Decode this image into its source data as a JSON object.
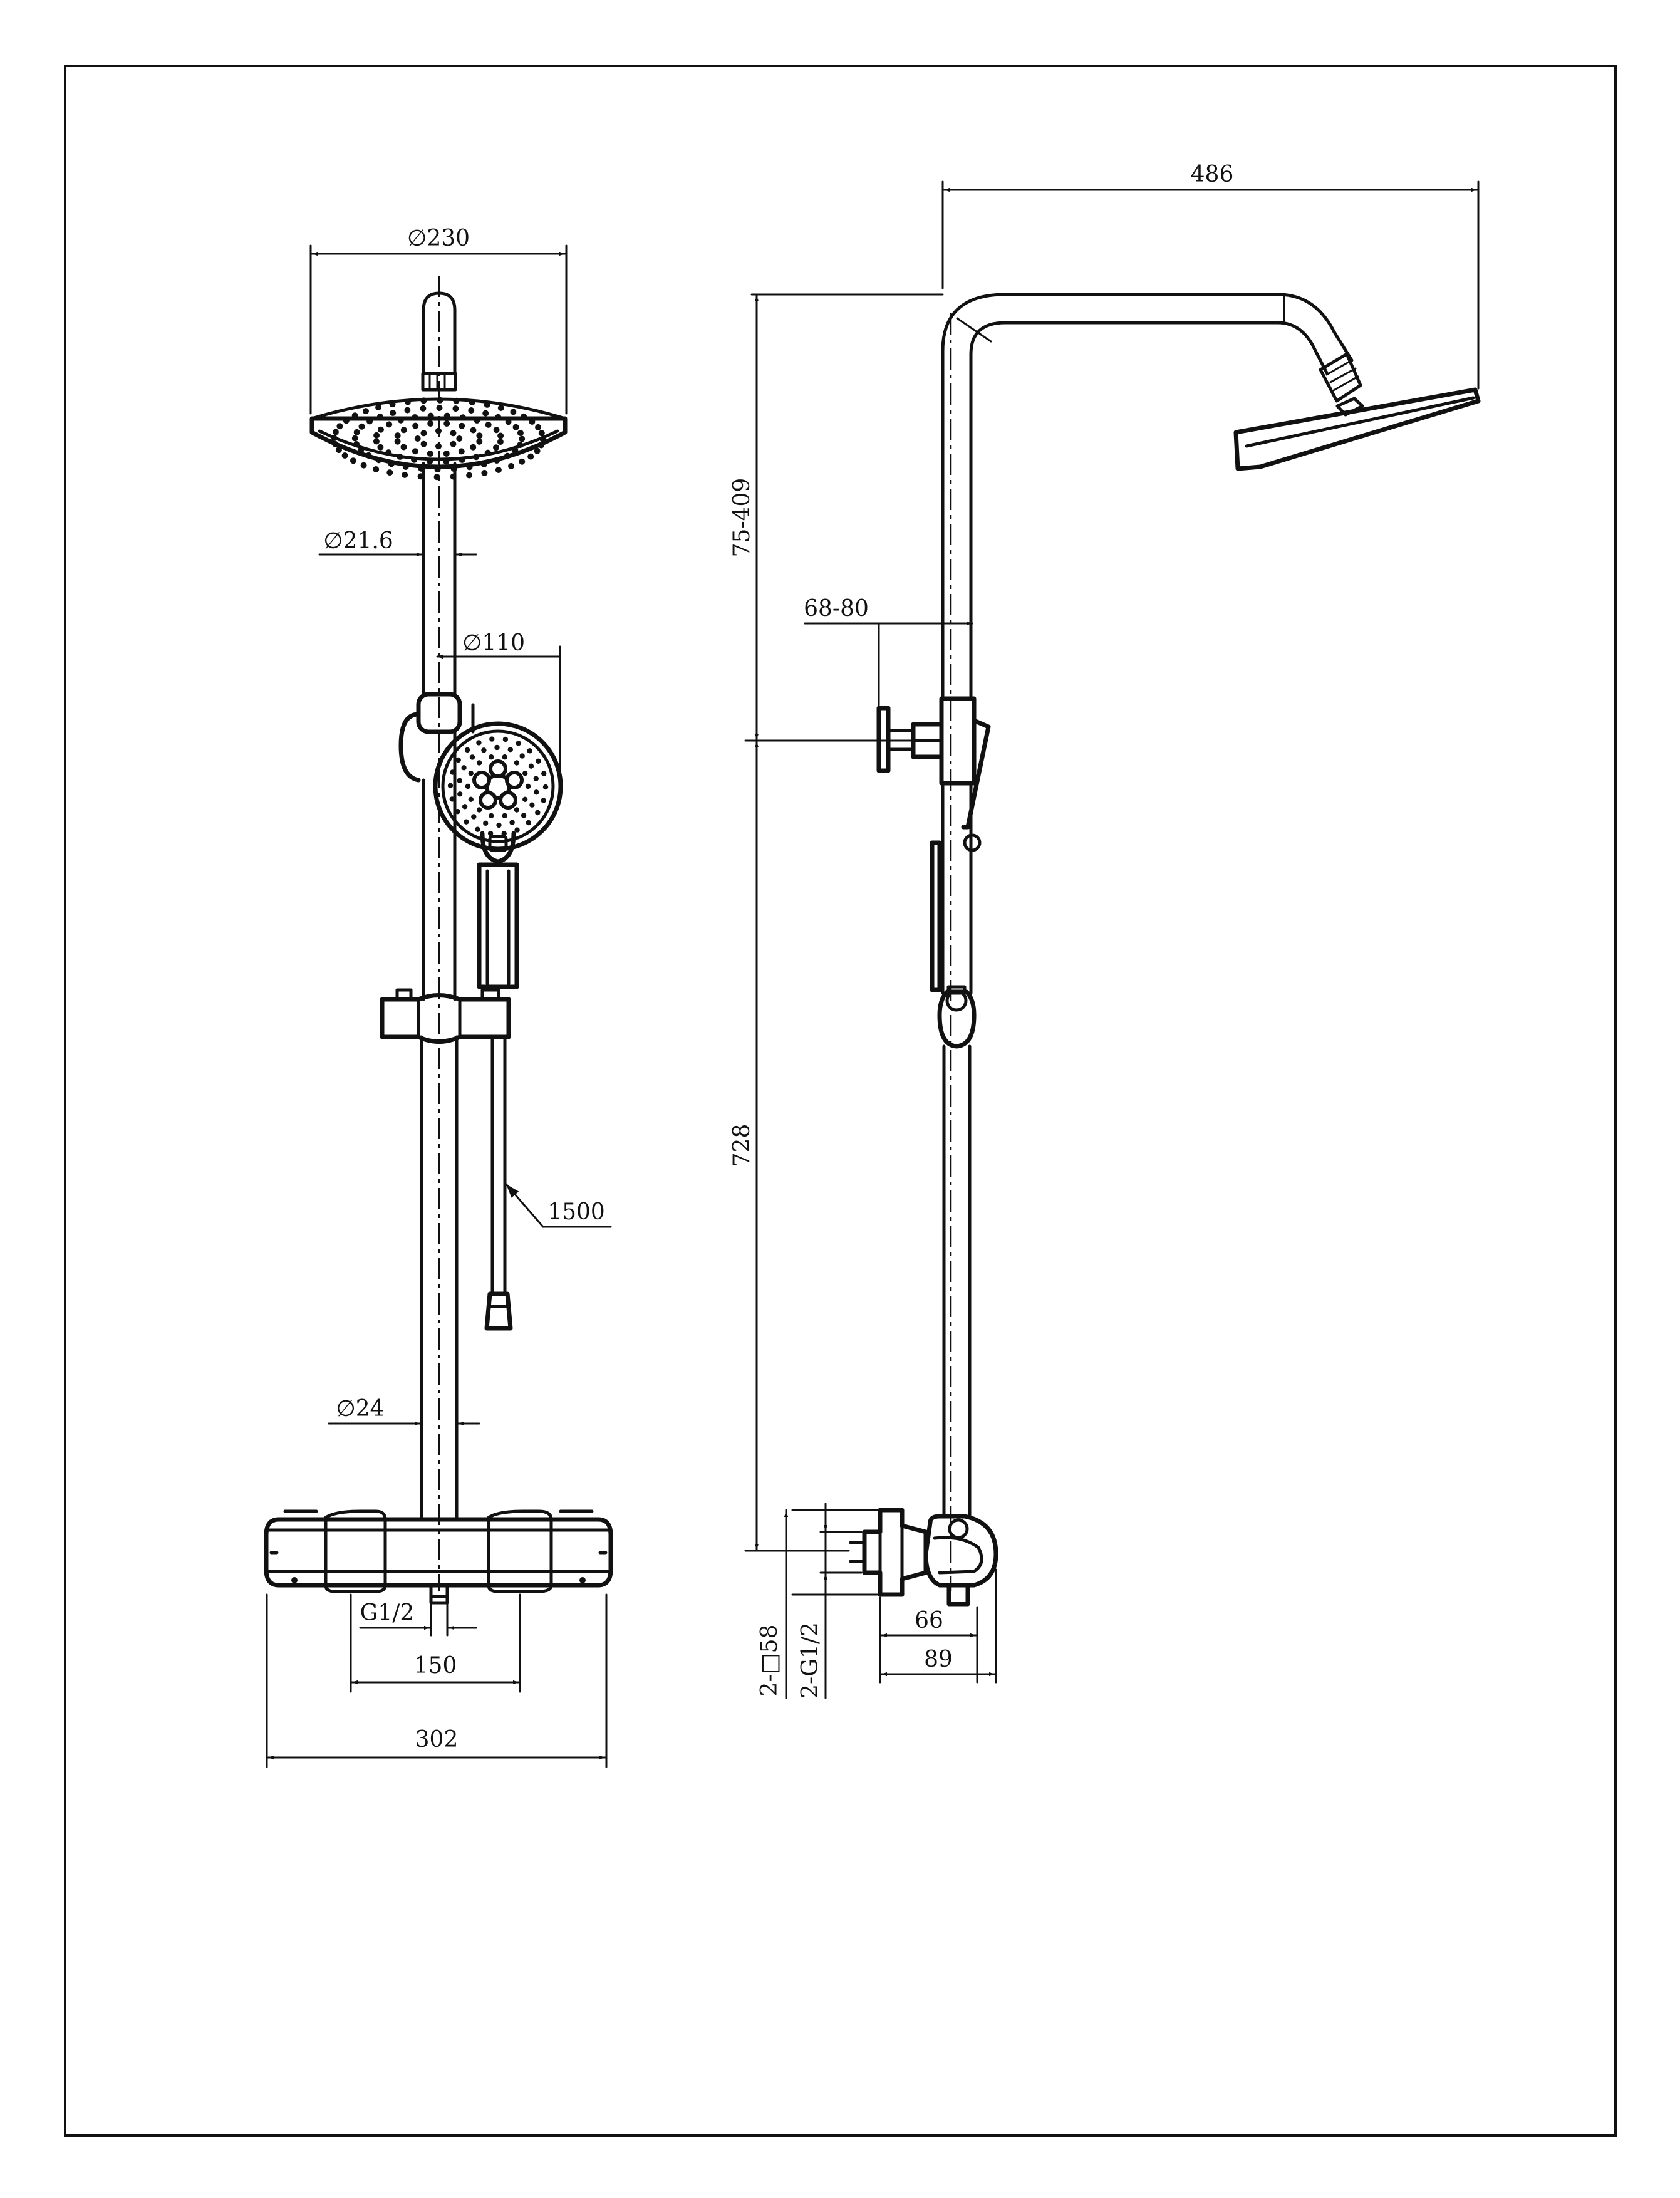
{
  "drawing": {
    "colors": {
      "line": "#111111",
      "paper": "#ffffff"
    },
    "front_view": {
      "dim_head_diameter": "∅230",
      "dim_pipe_upper_diameter": "∅21.6",
      "dim_hand_shower_diameter": "∅110",
      "dim_hose_length": "1500",
      "dim_pipe_lower_diameter": "∅24",
      "dim_inlet_thread": "G1/2",
      "dim_inlet_spacing": "150",
      "dim_valve_width": "302"
    },
    "side_view": {
      "dim_arm_reach": "486",
      "dim_height_adjust": "75-409",
      "dim_wall_bracket": "68-80",
      "dim_riser_height": "728",
      "dim_square_connector": "2-□58",
      "dim_connector_thread": "2-G1/2",
      "dim_valve_depth_inner": "66",
      "dim_valve_depth_outer": "89"
    }
  }
}
